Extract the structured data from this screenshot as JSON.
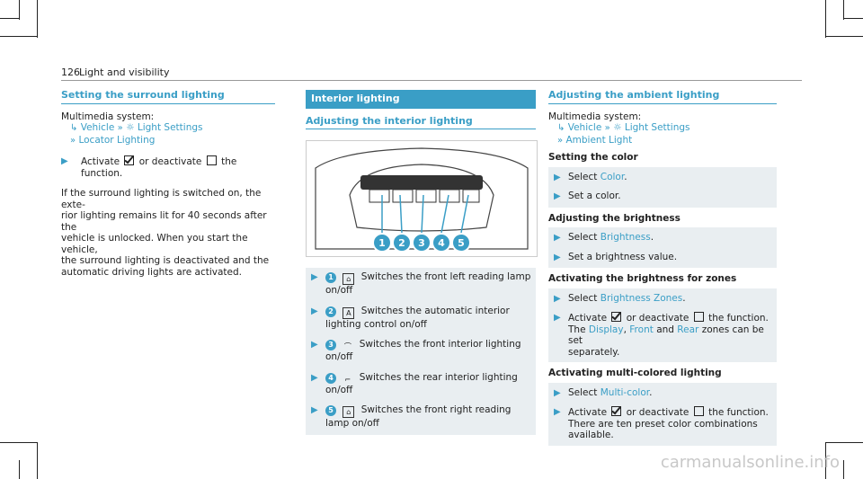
{
  "header": {
    "page_number": "126",
    "title": "Light and visibility"
  },
  "left": {
    "heading": "Setting the surround lighting",
    "system_label": "Multimedia system:",
    "path": [
      "Vehicle",
      "Light Settings",
      "Locator Lighting"
    ],
    "step_activate": {
      "pre": "Activate",
      "mid": "or deactivate",
      "post": "the function."
    },
    "para": [
      "If the surround lighting is switched on, the exte-",
      "rior lighting remains lit for 40 seconds after the",
      "vehicle is unlocked. When you start the vehicle,",
      "the surround lighting is deactivated and the",
      "automatic driving lights are activated."
    ]
  },
  "middle": {
    "section_title": "Interior lighting",
    "heading": "Adjusting the interior lighting",
    "image_callouts": [
      "1",
      "2",
      "3",
      "4",
      "5"
    ],
    "items": [
      {
        "num": "1",
        "icon": "reading-lamp-icon",
        "lines": [
          "Switches the front left reading lamp",
          "on/off"
        ]
      },
      {
        "num": "2",
        "icon": "auto-interior-icon",
        "lines": [
          "Switches the automatic interior",
          "lighting control on/off"
        ]
      },
      {
        "num": "3",
        "icon": "front-interior-icon",
        "lines": [
          "Switches the front interior lighting",
          "on/off"
        ]
      },
      {
        "num": "4",
        "icon": "rear-interior-icon",
        "lines": [
          "Switches the rear interior lighting",
          "on/off"
        ]
      },
      {
        "num": "5",
        "icon": "reading-lamp-icon",
        "lines": [
          "Switches the front right reading",
          "lamp on/off"
        ]
      }
    ]
  },
  "right": {
    "heading": "Adjusting the ambient lighting",
    "system_label": "Multimedia system:",
    "path": [
      "Vehicle",
      "Light Settings",
      "Ambient Light"
    ],
    "color": {
      "heading": "Setting the color",
      "s1_pre": "Select",
      "s1_link": "Color",
      "s1_post": ".",
      "s2": "Set a color."
    },
    "brightness": {
      "heading": "Adjusting the brightness",
      "s1_pre": "Select",
      "s1_link": "Brightness",
      "s1_post": ".",
      "s2": "Set a brightness value."
    },
    "zones": {
      "heading": "Activating the brightness for zones",
      "s1_pre": "Select",
      "s1_link": "Brightness Zones",
      "s1_post": ".",
      "s2_pre": "Activate",
      "s2_mid": "or deactivate",
      "s2_post": "the function.",
      "s2_l2_pre": "The",
      "z1": "Display",
      "sep": ",",
      "z2": "Front",
      "and": "and",
      "z3": "Rear",
      "s2_l2_post": "zones can be set",
      "s2_l3": "separately."
    },
    "multi": {
      "heading": "Activating multi-colored lighting",
      "s1_pre": "Select",
      "s1_link": "Multi-color",
      "s1_post": ".",
      "s2_pre": "Activate",
      "s2_mid": "or deactivate",
      "s2_post": "the function.",
      "s2_l2": "There are ten preset color combinations",
      "s2_l3": "available."
    }
  },
  "watermark": "carmanualsonline.info",
  "colors": {
    "accent": "#3a9ec6",
    "bar": "#e9eef1"
  }
}
